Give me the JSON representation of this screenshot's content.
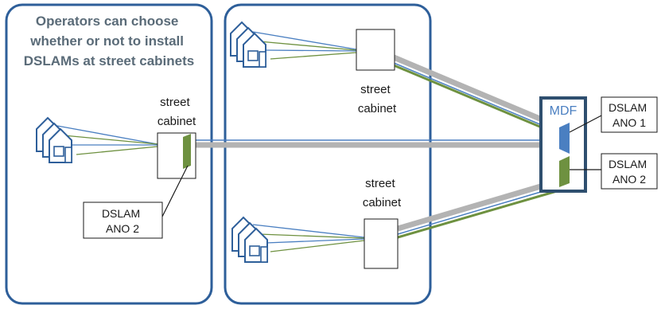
{
  "panel_left": {
    "heading": [
      "Operators can choose",
      "whether or not to install",
      "DSLAMs at street cabinets"
    ],
    "cabinet_label": [
      "street",
      "cabinet"
    ],
    "callout": [
      "DSLAM",
      "ANO 2"
    ]
  },
  "panel_middle": {
    "top_cabinet_label": [
      "street",
      "cabinet"
    ],
    "bottom_cabinet_label": [
      "street",
      "cabinet"
    ]
  },
  "mdf": {
    "label": "MDF",
    "dslam_ano1": [
      "DSLAM",
      "ANO 1"
    ],
    "dslam_ano2": [
      "DSLAM",
      "ANO 2"
    ]
  },
  "colors": {
    "panel_border": "#2e5f9a",
    "mdf_border": "#2f4f6f",
    "blue_line": "#4a7fc1",
    "green_line": "#6e9140",
    "grey_line": "#b3b3b3",
    "heading_text": "#5a6b78"
  }
}
